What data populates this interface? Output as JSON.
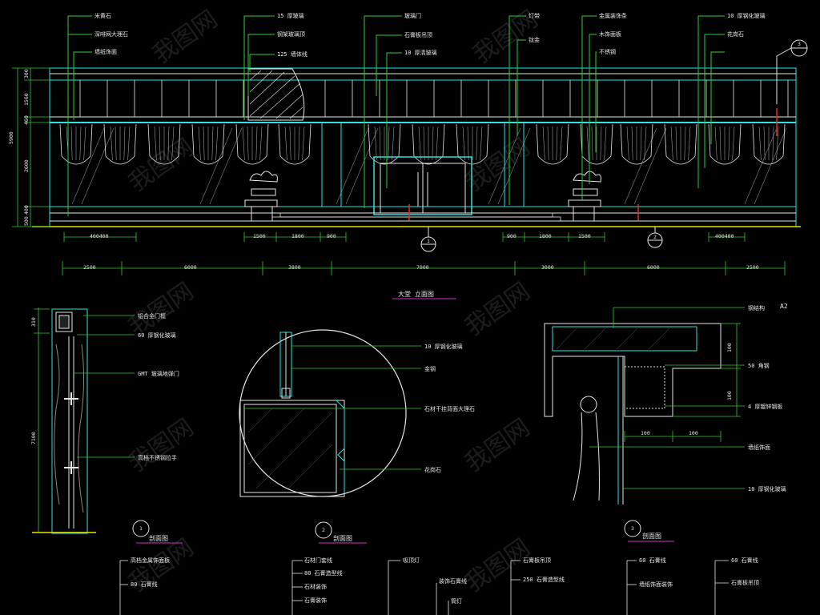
{
  "colors": {
    "background": "#000000",
    "cyan": "#33e0e0",
    "white": "#e6e6e6",
    "green": "#33cc33",
    "yellow": "#e6e600",
    "red": "#e03030",
    "magenta": "#cc33cc"
  },
  "sheet": {
    "sheet_no": "A2",
    "elevation_title": "大堂 立面图"
  },
  "elevation": {
    "notes_top": [
      "米黄石",
      "深啡网大理石",
      "墙纸饰面",
      "15 厚玻璃",
      "钢架玻璃顶",
      "125 墙体线",
      "玻璃门",
      "石膏板吊顶",
      "10 厚清玻璃",
      "灯带",
      "钛金",
      "金属装饰条",
      "木饰面板",
      "不锈钢",
      "10 厚钢化玻璃",
      "花岗石"
    ],
    "dims_vertical": [
      "300",
      "1560",
      "460",
      "2600",
      "400",
      "500"
    ],
    "dim_total_vertical": "5900",
    "dims_lower": [
      "400400",
      "1500",
      "1800",
      "900",
      "900",
      "1800",
      "1500",
      "400400"
    ],
    "dims_bottom": [
      "2500",
      "6000",
      "3800",
      "7000",
      "3000",
      "6000",
      "2500"
    ],
    "callouts": [
      "1",
      "2",
      "3"
    ]
  },
  "section1": {
    "dim_top": "310",
    "dim_main": "7100",
    "notes": [
      "铝合金门框",
      "60 厚钢化玻璃",
      "GMT 玻璃地弹门",
      "高档不锈钢拉手"
    ],
    "label": "剖面图",
    "number": "1"
  },
  "section2": {
    "notes": [
      "10 厚钢化玻璃",
      "金钢",
      "石材干挂背面大理石",
      "花岗石"
    ],
    "label": "剖面图",
    "number": "2"
  },
  "section3": {
    "dims": [
      "100",
      "100",
      "100",
      "100"
    ],
    "notes": [
      "钢结构",
      "50 角钢",
      "4 厚镀锌钢板",
      "墙纸饰面",
      "10 厚钢化玻璃"
    ],
    "label": "剖面图",
    "number": "3"
  },
  "bottom_notes": [
    [
      "高档金属饰面板",
      "80 石膏线"
    ],
    [
      "石材门套线",
      "80 石膏造型线",
      "石材装饰",
      "石膏装饰"
    ],
    [
      "吸顶灯",
      "装饰石膏线",
      "筒灯"
    ],
    [
      "石膏板吊顶",
      "250 石膏造型线"
    ],
    [
      "60 石膏线",
      "墙纸饰面装饰"
    ],
    [
      "60 石膏线",
      "石膏板吊顶"
    ]
  ],
  "watermark": "我图网"
}
